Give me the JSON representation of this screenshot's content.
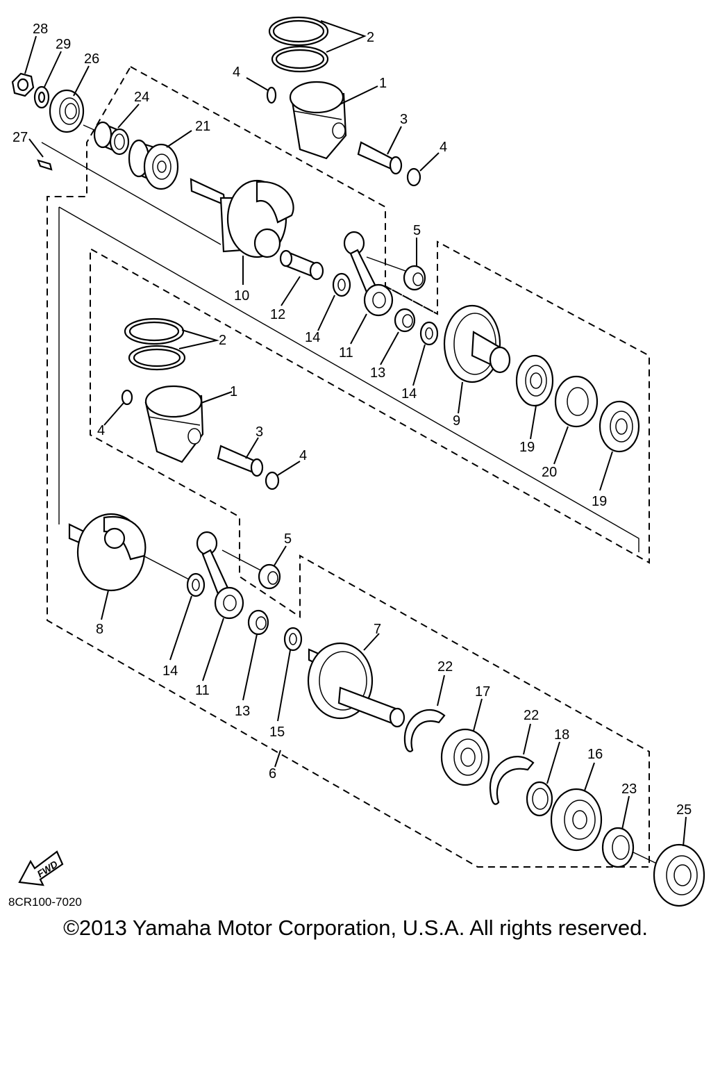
{
  "callouts": [
    "28",
    "29",
    "26",
    "24",
    "21",
    "27",
    "2",
    "4",
    "1",
    "3",
    "4",
    "5",
    "10",
    "12",
    "14",
    "11",
    "13",
    "14",
    "9",
    "19",
    "20",
    "19",
    "2",
    "1",
    "4",
    "3",
    "4",
    "5",
    "8",
    "14",
    "11",
    "13",
    "15",
    "7",
    "22",
    "17",
    "22",
    "18",
    "16",
    "23",
    "25",
    "6"
  ],
  "diagram_code": "8CR100-7020",
  "fwd_badge": "FWD",
  "copyright": "©2013 Yamaha Motor Corporation, U.S.A. All rights reserved."
}
